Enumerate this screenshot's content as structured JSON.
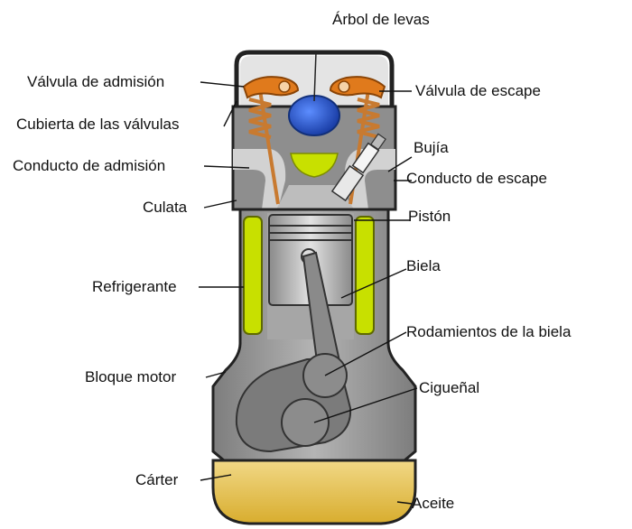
{
  "labels": {
    "arbol_de_levas": "Árbol de levas",
    "valvula_admision": "Válvula de admisión",
    "valvula_escape": "Válvula de escape",
    "cubierta_valvulas": "Cubierta de las válvulas",
    "bujia": "Bujía",
    "conducto_admision": "Conducto de admisión",
    "conducto_escape": "Conducto de escape",
    "culata": "Culata",
    "piston": "Pistón",
    "biela": "Biela",
    "refrigerante": "Refrigerante",
    "rodamientos_biela": "Rodamientos de la biela",
    "bloque_motor": "Bloque motor",
    "cigueñal": "Cigueñal",
    "carter": "Cárter",
    "aceite": "Aceite"
  },
  "colors": {
    "block": "#9a9a9a",
    "block_dark": "#6f6f6f",
    "block_light": "#c9c9c9",
    "coolant": "#c8e000",
    "oil": "#e6c24a",
    "rocker": "#e07a1c",
    "camshaft": "#2f5fd0",
    "spring": "#c87a30",
    "outline": "#111111"
  }
}
